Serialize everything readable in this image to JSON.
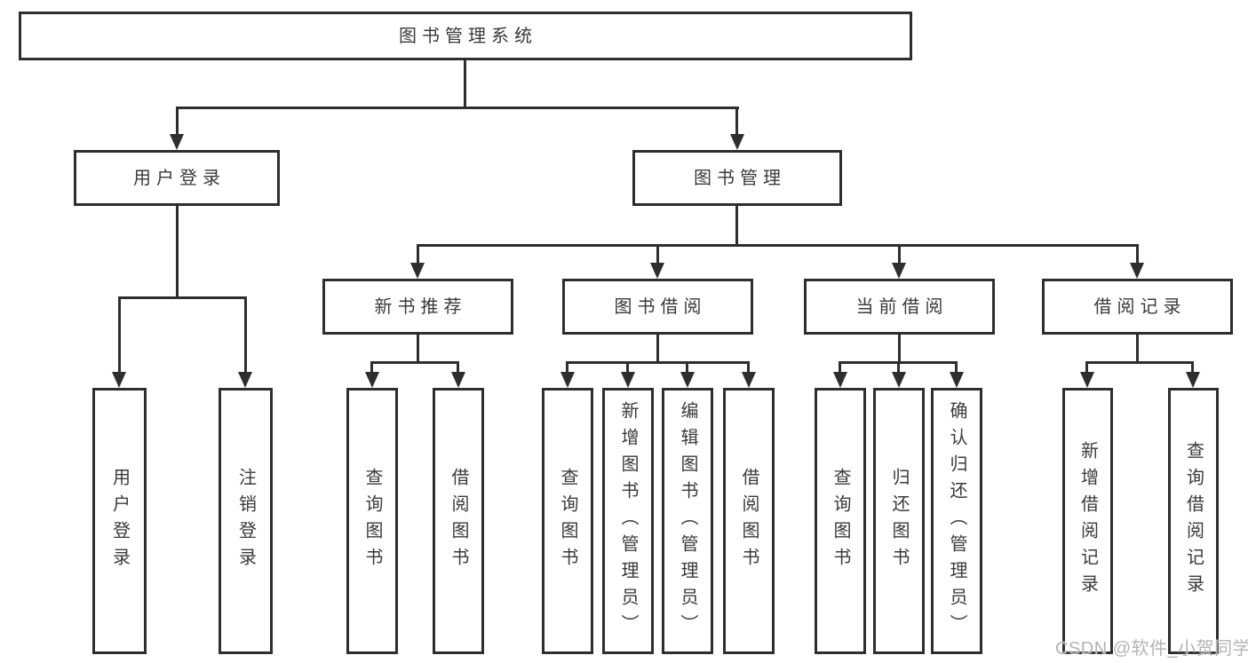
{
  "diagram_title": "图书管理系统",
  "colors": {
    "line": "#2e2e2e",
    "text": "#3a3a3a",
    "background": "#ffffff",
    "watermark_text": "#b3b3b3"
  },
  "tree": {
    "label": "图书管理系统",
    "children": [
      {
        "label": "用户登录",
        "children": [
          {
            "label": "用户登录"
          },
          {
            "label": "注销登录"
          }
        ]
      },
      {
        "label": "图书管理",
        "children": [
          {
            "label": "新书推荐",
            "children": [
              {
                "label": "查询图书"
              },
              {
                "label": "借阅图书"
              }
            ]
          },
          {
            "label": "图书借阅",
            "children": [
              {
                "label": "查询图书"
              },
              {
                "label": "新增图书（管理员）"
              },
              {
                "label": "编辑图书（管理员）"
              },
              {
                "label": "借阅图书"
              }
            ]
          },
          {
            "label": "当前借阅",
            "children": [
              {
                "label": "查询图书"
              },
              {
                "label": "归还图书"
              },
              {
                "label": "确认归还（管理员）"
              }
            ]
          },
          {
            "label": "借阅记录",
            "children": [
              {
                "label": "新增借阅记录"
              },
              {
                "label": "查询借阅记录"
              }
            ]
          }
        ]
      }
    ]
  },
  "watermark": {
    "text": "CSDN @软件_小贺同学"
  }
}
